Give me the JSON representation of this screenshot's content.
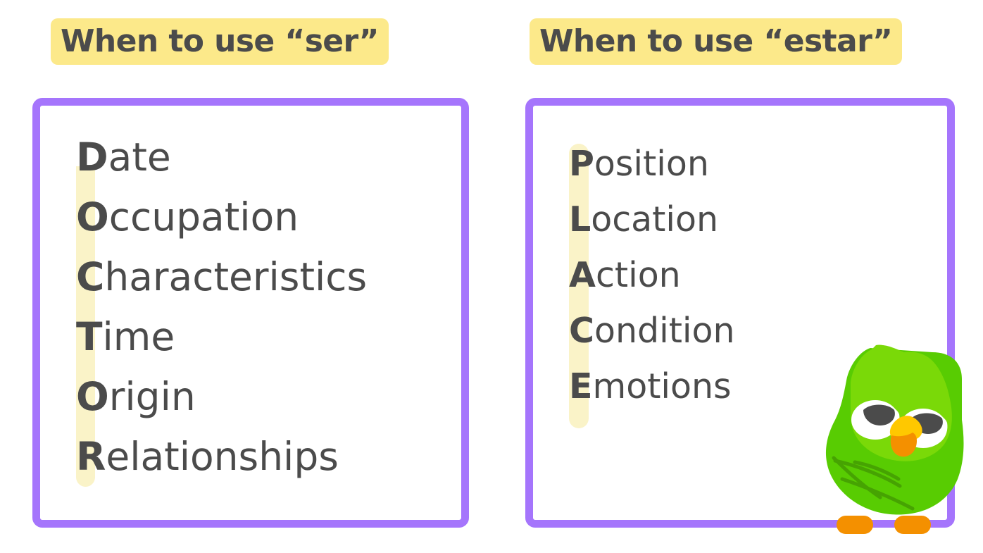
{
  "colors": {
    "purple_border": "#A575FC",
    "title_pill_bg": "#FCE98A",
    "letter_strip_bg": "#FAF3C8",
    "text_gray": "#4B4B4B",
    "owl_green_light": "#7AD908",
    "owl_green_mid": "#58CC02",
    "owl_green_dark": "#46A302",
    "owl_beak_orange": "#F49000",
    "owl_beak_yellow": "#FFC800",
    "owl_foot_orange": "#F49000",
    "owl_eye_white": "#FFFFFF",
    "owl_pupil_gray": "#4B4B4B"
  },
  "left_panel": {
    "title": "When to use “ser”",
    "acronym": "DOCTOR",
    "items": [
      {
        "lead": "D",
        "rest": "ate"
      },
      {
        "lead": "O",
        "rest": "ccupation"
      },
      {
        "lead": "C",
        "rest": "haracteristics"
      },
      {
        "lead": "T",
        "rest": "ime"
      },
      {
        "lead": "O",
        "rest": "rigin"
      },
      {
        "lead": "R",
        "rest": "elationships"
      }
    ]
  },
  "right_panel": {
    "title": "When to use “estar”",
    "acronym": "PLACE",
    "items": [
      {
        "lead": "P",
        "rest": "osition"
      },
      {
        "lead": "L",
        "rest": "ocation"
      },
      {
        "lead": "A",
        "rest": "ction"
      },
      {
        "lead": "C",
        "rest": "ondition"
      },
      {
        "lead": "E",
        "rest": "motions"
      }
    ]
  },
  "mascot": {
    "name": "Duo the owl"
  }
}
